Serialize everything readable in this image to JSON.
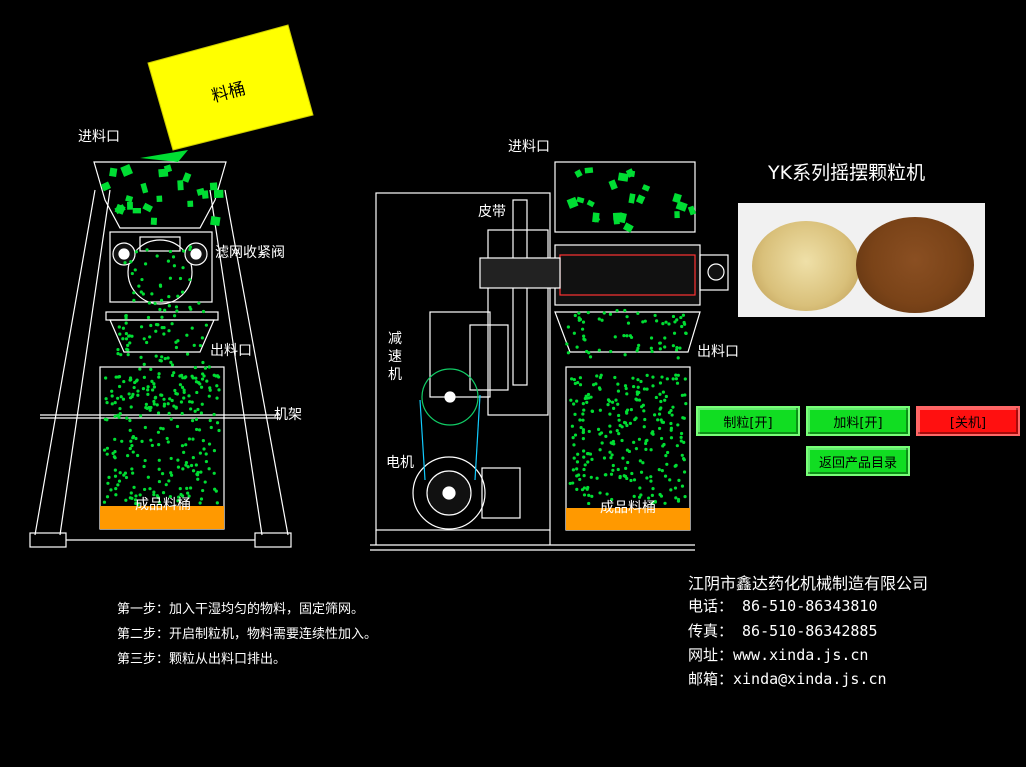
{
  "hopper_label": "料桶",
  "left_diagram": {
    "inlet": "进料口",
    "valve": "滤网收紧阀",
    "outlet": "出料口",
    "frame": "机架",
    "product_bin": "成品料桶"
  },
  "right_diagram": {
    "inlet": "进料口",
    "belt": "皮带",
    "reducer": "减速机",
    "motor": "电机",
    "outlet": "出料口",
    "product_bin": "成品料桶"
  },
  "title": "YK系列摇摆颗粒机",
  "buttons": {
    "granulate": "制粒[开]",
    "feed": "加料[开]",
    "stop": "[关机]",
    "back": "返回产品目录"
  },
  "colors": {
    "background": "#000000",
    "granule": "#00dd33",
    "hopper": "#ffff00",
    "bin_fill": "#ff9900",
    "button_green": "#11dd22",
    "button_red": "#ff1010"
  },
  "steps": [
    "第一步：加入干湿均匀的物料，固定筛网。",
    "第二步：开启制粒机，物料需要连续性加入。",
    "第三步：颗粒从出料口排出。"
  ],
  "company": {
    "name": "江阴市鑫达药化机械制造有限公司",
    "phone": "电话： 86-510-86343810",
    "fax": "传真： 86-510-86342885",
    "web": "网址：www.xinda.js.cn",
    "email": "邮箱：xinda@xinda.js.cn"
  }
}
